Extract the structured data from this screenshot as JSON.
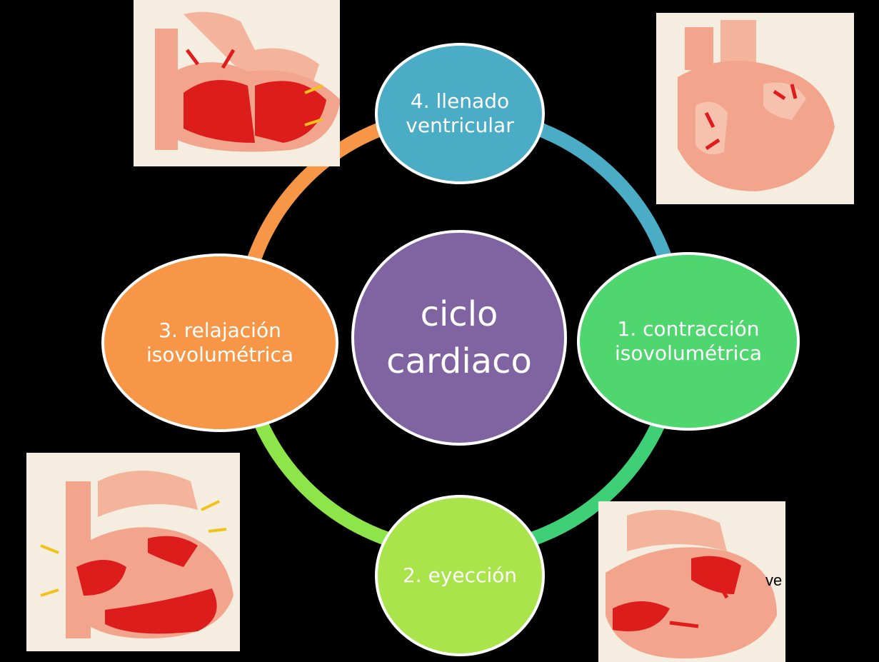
{
  "diagram": {
    "type": "cycle",
    "center": {
      "lines": [
        "ciclo",
        "cardiaco"
      ],
      "color": "#8064a2"
    },
    "stages": [
      {
        "key": "llenado",
        "lines": [
          "4. llenado",
          "ventricular"
        ],
        "color": "#4bacc6"
      },
      {
        "key": "contr",
        "lines": [
          "1. contracción",
          "isovolumétrica"
        ],
        "color": "#4fd66f"
      },
      {
        "key": "eyec",
        "lines": [
          "2. eyección"
        ],
        "color": "#a8e44a"
      },
      {
        "key": "relaj",
        "lines": [
          "3. relajación",
          "isovolumétrica"
        ],
        "color": "#f79646"
      }
    ],
    "ring_colors": {
      "top_right": "#4bacc6",
      "bottom_right": "#3fd077",
      "bottom_left": "#8ee54a",
      "top_left": "#f79646"
    },
    "illustrations": [
      {
        "name": "heart-illustration-llenado",
        "corner": "top-left"
      },
      {
        "name": "heart-illustration-contraccion",
        "corner": "top-right"
      },
      {
        "name": "heart-illustration-relajacion",
        "corner": "bottom-left"
      },
      {
        "name": "heart-illustration-eyeccion",
        "corner": "bottom-right"
      }
    ],
    "stray_text": "ve"
  }
}
